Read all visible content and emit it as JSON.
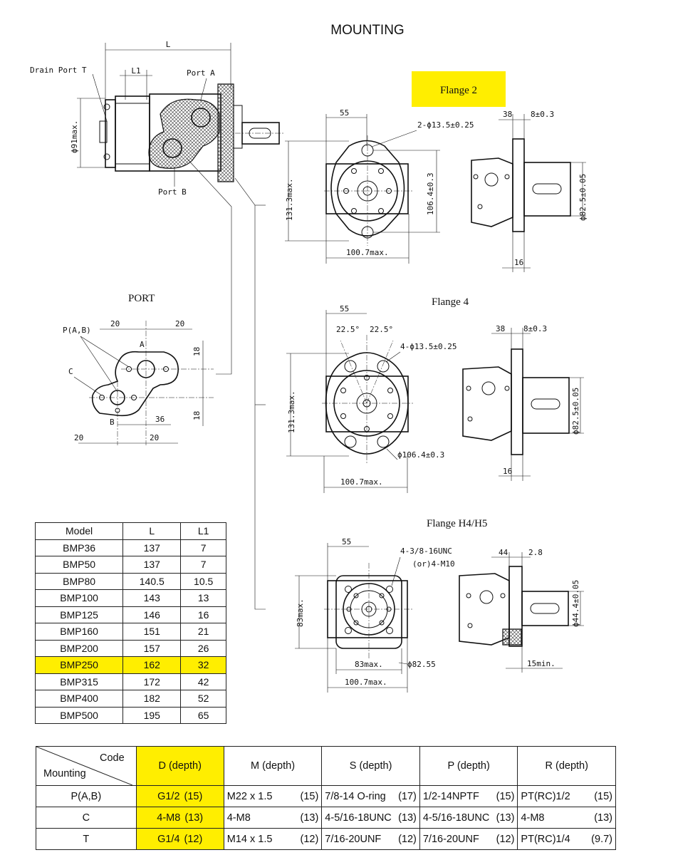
{
  "title": "MOUNTING",
  "drawing_labels": {
    "drain_port": "Drain Port T",
    "port_a": "Port A",
    "port_b": "Port B",
    "dim_L": "L",
    "dim_L1": "L1",
    "dim_d91": "ϕ91max.",
    "port_title": "PORT",
    "port_pab": "P(A,B)",
    "port_c": "C",
    "port_a_letter": "A",
    "port_b_letter": "B",
    "port_20a": "20",
    "port_20b": "20",
    "port_18a": "18",
    "port_18b": "18",
    "port_36": "36",
    "port_20c": "20",
    "port_20d": "20"
  },
  "flange2": {
    "title": "Flange 2",
    "w55": "55",
    "holes": "2-ϕ13.5±0.25",
    "h1313": "131.3max.",
    "d1064": "106.4±0.3",
    "w1007": "100.7max.",
    "s38": "38",
    "s8": "8±0.3",
    "d825": "ϕ82.5±0.05",
    "s16": "16"
  },
  "flange4": {
    "title": "Flange 4",
    "w55": "55",
    "a1": "22.5°",
    "a2": "22.5°",
    "holes": "4-ϕ13.5±0.25",
    "h1313": "131.3max.",
    "d1064": "ϕ106.4±0.3",
    "w1007": "100.7max.",
    "s38": "38",
    "s8": "8±0.3",
    "d825": "ϕ82.5±0.05",
    "s16": "16"
  },
  "flangeH": {
    "title": "Flange H4/H5",
    "w55": "55",
    "thread1": "4-3/8-16UNC",
    "thread2": "(or)4-M10",
    "h83": "83max.",
    "w83": "83max.",
    "d8255": "ϕ82.55",
    "w1007": "100.7max.",
    "s44": "44",
    "s28": "2.8",
    "d444": "ϕ44.4±0.05",
    "s15": "15min."
  },
  "models": {
    "headers": [
      "Model",
      "L",
      "L1"
    ],
    "rows": [
      {
        "model": "BMP36",
        "L": "137",
        "L1": "7",
        "highlight": false
      },
      {
        "model": "BMP50",
        "L": "137",
        "L1": "7",
        "highlight": false
      },
      {
        "model": "BMP80",
        "L": "140.5",
        "L1": "10.5",
        "highlight": false
      },
      {
        "model": "BMP100",
        "L": "143",
        "L1": "13",
        "highlight": false
      },
      {
        "model": "BMP125",
        "L": "146",
        "L1": "16",
        "highlight": false
      },
      {
        "model": "BMP160",
        "L": "151",
        "L1": "21",
        "highlight": false
      },
      {
        "model": "BMP200",
        "L": "157",
        "L1": "26",
        "highlight": false
      },
      {
        "model": "BMP250",
        "L": "162",
        "L1": "32",
        "highlight": true
      },
      {
        "model": "BMP315",
        "L": "172",
        "L1": "42",
        "highlight": false
      },
      {
        "model": "BMP400",
        "L": "182",
        "L1": "52",
        "highlight": false
      },
      {
        "model": "BMP500",
        "L": "195",
        "L1": "65",
        "highlight": false
      }
    ]
  },
  "codes": {
    "corner_code": "Code",
    "corner_mounting": "Mounting",
    "headers": [
      "D (depth)",
      "M (depth)",
      "S (depth)",
      "P (depth)",
      "R (depth)"
    ],
    "rows": [
      {
        "mount": "P(A,B)",
        "D": [
          "G1/2",
          "(15)"
        ],
        "M": [
          "M22 x 1.5",
          "(15)"
        ],
        "S": [
          "7/8-14  O-ring",
          "(17)"
        ],
        "P": [
          "1/2-14NPTF",
          "(15)"
        ],
        "R": [
          "PT(RC)1/2",
          "(15)"
        ]
      },
      {
        "mount": "C",
        "D": [
          "4-M8",
          "(13)"
        ],
        "M": [
          "4-M8",
          "(13)"
        ],
        "S": [
          "4-5/16-18UNC",
          "(13)"
        ],
        "P": [
          "4-5/16-18UNC",
          "(13)"
        ],
        "R": [
          "4-M8",
          "(13)"
        ]
      },
      {
        "mount": "T",
        "D": [
          "G1/4",
          "(12)"
        ],
        "M": [
          "M14 x 1.5",
          "(12)"
        ],
        "S": [
          "7/16-20UNF",
          "(12)"
        ],
        "P": [
          "7/16-20UNF",
          "(12)"
        ],
        "R": [
          "PT(RC)1/4",
          "(9.7)"
        ]
      }
    ]
  },
  "colors": {
    "highlight": "#ffee00",
    "line": "#111111"
  }
}
